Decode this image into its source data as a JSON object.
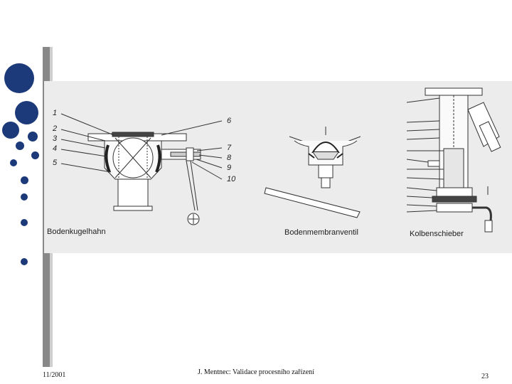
{
  "figure": {
    "captions": {
      "left": "Bodenkugelhahn",
      "middle": "Bodenmembranventil",
      "right": "Kolbenschieber"
    },
    "callouts": [
      "1",
      "2",
      "3",
      "4",
      "5",
      "6",
      "7",
      "8",
      "9",
      "10"
    ]
  },
  "footer": {
    "date": "11/2001",
    "title": "J. Mentnec: Validace procesního zařízení",
    "page": "23"
  },
  "colors": {
    "dots": "#1c3a7a",
    "bar": "#888888",
    "figure_bg": "#ececec"
  }
}
